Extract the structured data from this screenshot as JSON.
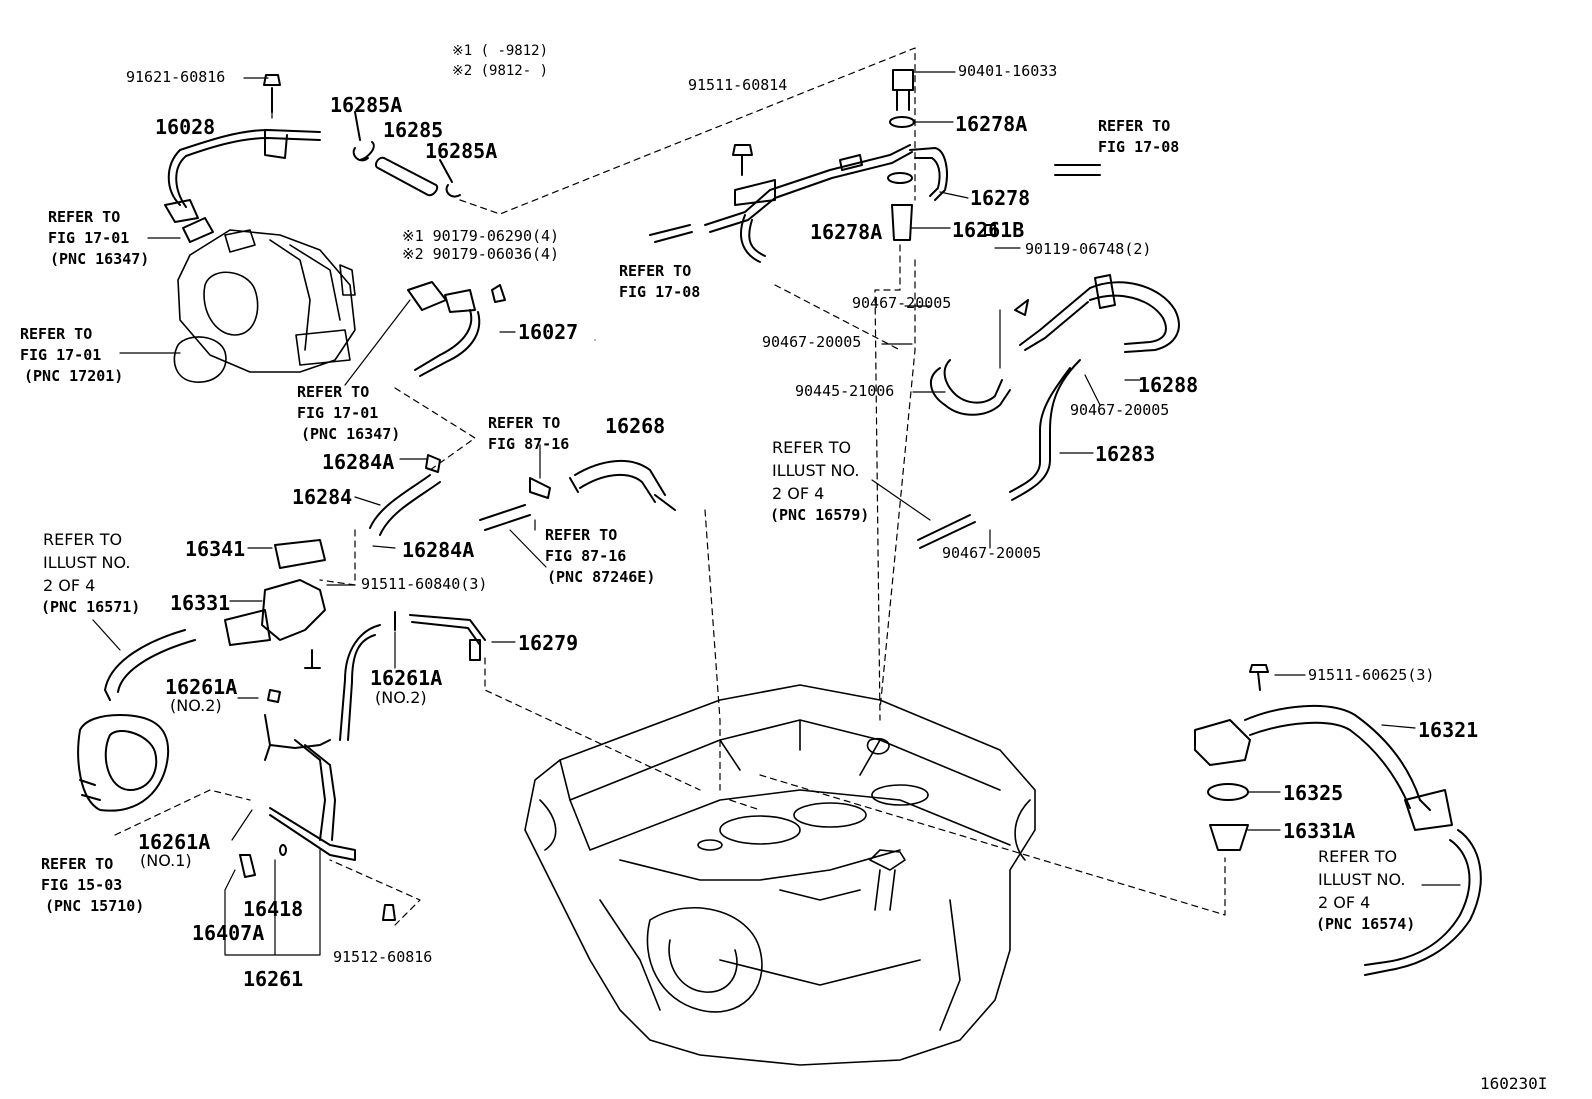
{
  "figure_id": "160230I",
  "notes": {
    "note1": "※1 (     -9812)",
    "note2": "※2 (9812-     )"
  },
  "parts": {
    "p91621": "91621-60816",
    "p16028": "16028",
    "p16285A_1": "16285A",
    "p16285": "16285",
    "p16285A_2": "16285A",
    "p91511_60814": "91511-60814",
    "p90401": "90401-16033",
    "p16278A_1": "16278A",
    "p16278": "16278",
    "p16278A_2": "16278A",
    "p16261B": "16261B",
    "p90119": "90119-06748(2)",
    "p90179_1": "※1 90179-06290(4)",
    "p90179_2": "※2 90179-06036(4)",
    "p16027": "16027",
    "p90467_a": "90467-20005",
    "p90467_b": "90467-20005",
    "p90445": "90445-21006",
    "p16288": "16288",
    "p90467_c": "90467-20005",
    "p16283": "16283",
    "p90467_d": "90467-20005",
    "p16268": "16268",
    "p16284A_1": "16284A",
    "p16284": "16284",
    "p16284A_2": "16284A",
    "p16341": "16341",
    "p91511_60840": "91511-60840(3)",
    "p16331": "16331",
    "p16279": "16279",
    "p16261A_1": "16261A",
    "p16261A_1_sub": "(NO.2)",
    "p16261A_2": "16261A",
    "p16261A_2_sub": "(NO.2)",
    "p16261A_3": "16261A",
    "p16261A_3_sub": "(NO.1)",
    "p16418": "16418",
    "p16407A": "16407A",
    "p16261": "16261",
    "p91512": "91512-60816",
    "p91511_60625": "91511-60625(3)",
    "p16321": "16321",
    "p16325": "16325",
    "p16331A": "16331A"
  },
  "refs": {
    "r1": [
      "REFER TO",
      "FIG 17-01",
      "(PNC 16347)"
    ],
    "r2": [
      "REFER TO",
      "FIG 17-01",
      "(PNC 17201)"
    ],
    "r3": [
      "REFER TO",
      "FIG 17-01",
      "(PNC 16347)"
    ],
    "r4": [
      "REFER TO",
      "FIG 17-08"
    ],
    "r5": [
      "REFER TO",
      "FIG 17-08"
    ],
    "r6": [
      "REFER TO",
      "FIG 87-16"
    ],
    "r7": [
      "REFER TO",
      "FIG 87-16",
      "(PNC 87246E)"
    ],
    "r8": [
      "REFER TO",
      "ILLUST NO.",
      "2 OF 4",
      "(PNC 16579)"
    ],
    "r9": [
      "REFER TO",
      "ILLUST NO.",
      "2 OF 4",
      "(PNC 16571)"
    ],
    "r10": [
      "REFER TO",
      "FIG 15-03",
      "(PNC 15710)"
    ],
    "r11": [
      "REFER TO",
      "ILLUST NO.",
      "2 OF 4",
      "(PNC 16574)"
    ]
  }
}
